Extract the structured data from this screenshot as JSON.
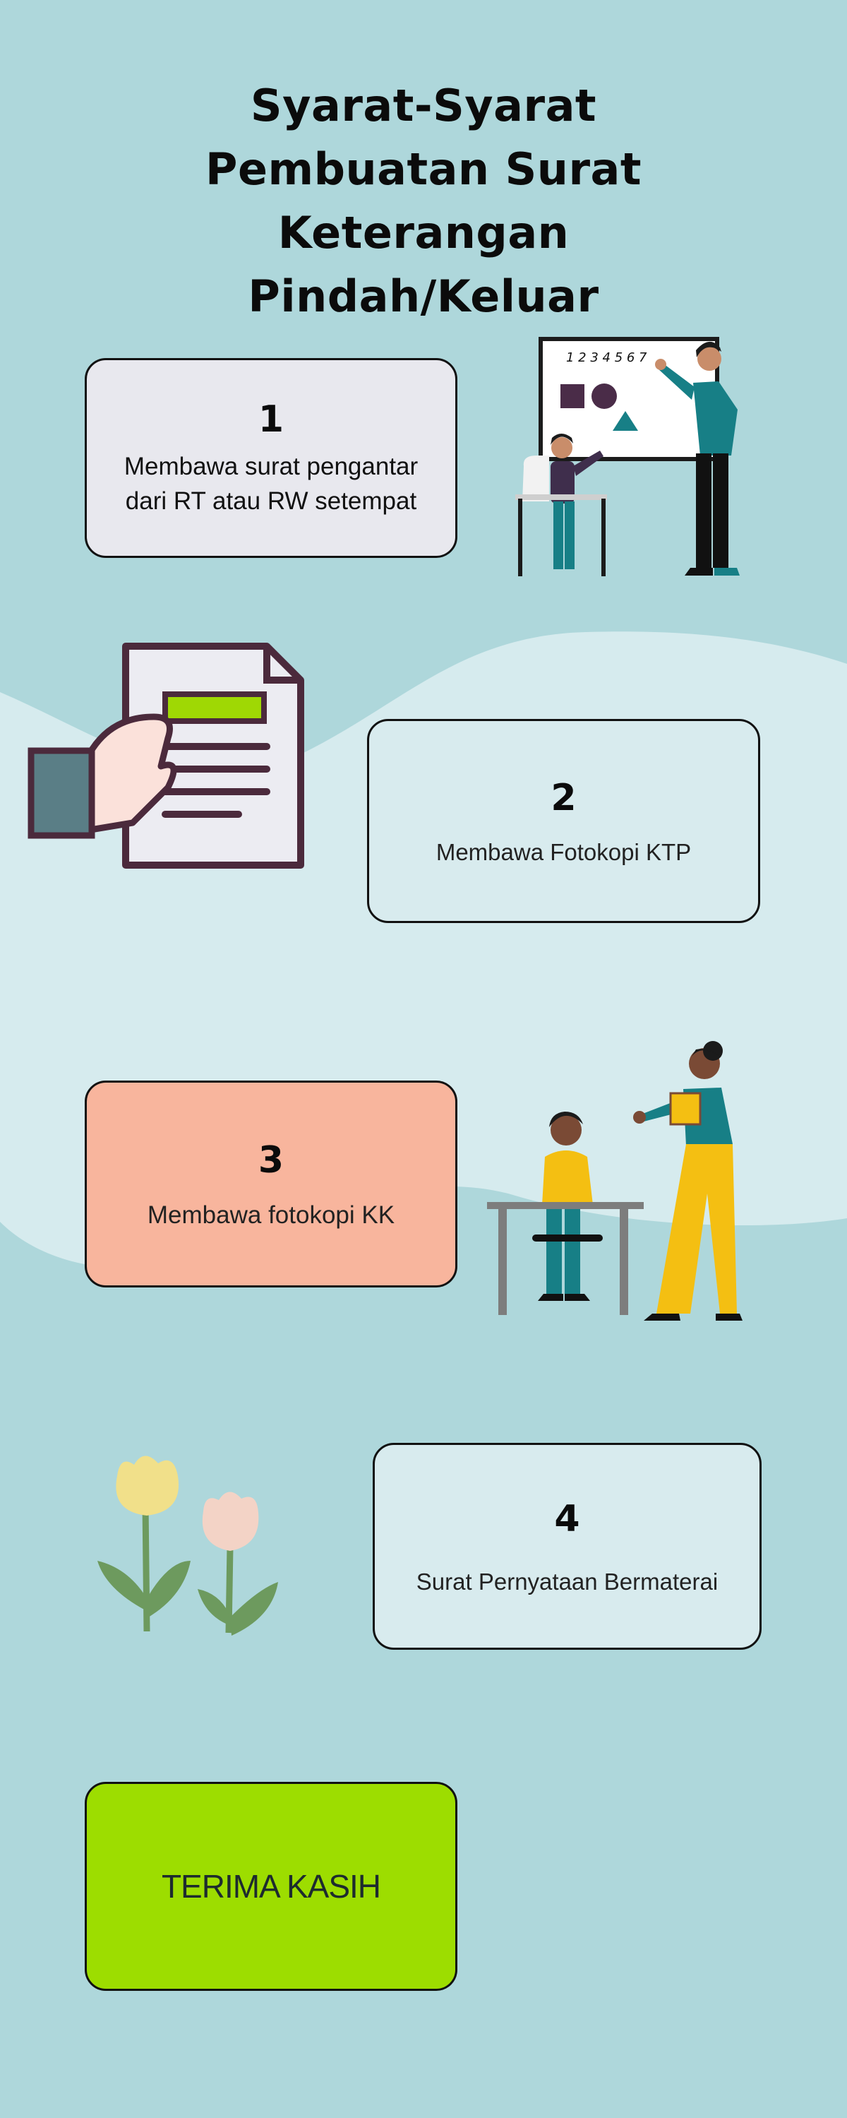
{
  "title": "Syarat-Syarat Pembuatan Surat Keterangan Pindah/Keluar",
  "board_digits": "1 2 3 4 5 6 7",
  "steps": [
    {
      "number": "1",
      "text": "Membawa surat pengantar dari RT atau RW setempat"
    },
    {
      "number": "2",
      "text": "Membawa Fotokopi KTP"
    },
    {
      "number": "3",
      "text": "Membawa fotokopi KK"
    },
    {
      "number": "4",
      "text": "Surat Pernyataan Bermaterai"
    }
  ],
  "closing": "TERIMA KASIH",
  "colors": {
    "background": "#aed7db",
    "wave": "#d6ebee",
    "card_1": "#e8e8ee",
    "card_2": "#d8ebee",
    "card_3": "#f8b59d",
    "card_4": "#d8ebee",
    "card_closing": "#9ddd00"
  }
}
